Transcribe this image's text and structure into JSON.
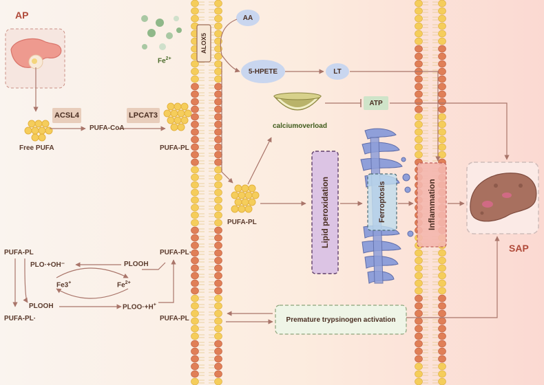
{
  "labels": {
    "ap": "AP",
    "sap": "SAP",
    "fe2_top": "Fe",
    "fe2_top_sup": "2+",
    "alox5": "ALOX5",
    "aa": "AA",
    "hpete": "5-HPETE",
    "lt": "LT",
    "atp": "ATP",
    "calcium": "calciumoverload",
    "acsl4": "ACSL4",
    "lpcat3": "LPCAT3",
    "free_pufa": "Free PUFA",
    "pufa_coa": "PUFA-CoA",
    "pufa_pl_top": "PUFA-PL",
    "pufa_pl_mid": "PUFA-PL",
    "lipid_perox": "Lipid peroxidation",
    "ferroptosis": "Ferroptosis",
    "inflammation": "Inflammation",
    "trypsinogen": "Premature trypsinogen activation"
  },
  "cycle": {
    "pufa_pl_a": "PUFA-PL",
    "plo_oh": "PLO·+OH⁻",
    "ploo_h_left": "PLOOH",
    "fe3": "Fe3",
    "fe3_sup": "+",
    "fe2": "Fe",
    "fe2_sup": "2+",
    "plooh_right": "PLOOH",
    "ploo_h": "PLOO·+H",
    "ploo_h_sup": "+",
    "pufa_pl_dot_left": "PUFA-PL·",
    "pufa_pl_dot_right": "PUFA-PL·",
    "pufa_pl_b": "PUFA-PL"
  },
  "colors": {
    "left_bg": "#faf3ec",
    "right_bg": "#fde6df",
    "lipid_yellow": "#f5cd5b",
    "lipid_orange": "#e07f57",
    "arrow": "#a9756a",
    "lipid_perox_fill": "#dcc4e4",
    "ferroptosis_fill": "#bfdcec",
    "inflammation_fill": "#f4b7ae",
    "trypsinogen_fill": "#eff5e7",
    "atp_fill": "#cfe4c9",
    "hpete_fill": "#c9d6ef"
  }
}
